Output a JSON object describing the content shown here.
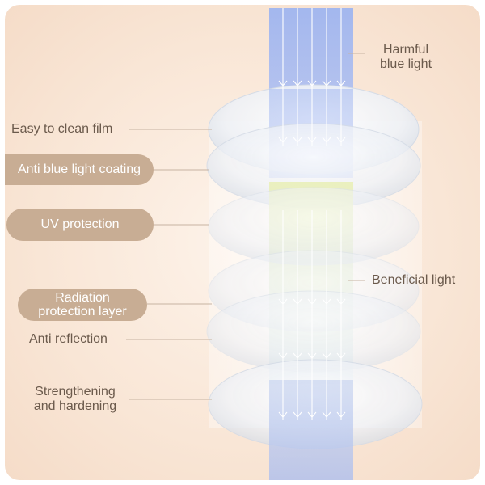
{
  "labels": {
    "easy_clean": "Easy to clean film",
    "anti_blue": "Anti blue light coating",
    "uv": "UV protection",
    "radiation_1": "Radiation",
    "radiation_2": "protection layer",
    "anti_reflection": "Anti reflection",
    "strength_1": "Strengthening",
    "strength_2": "and hardening",
    "harmful_1": "Harmful",
    "harmful_2": "blue light",
    "beneficial": "Beneficial light"
  },
  "colors": {
    "background": "#f9e6d6",
    "pill": "#c8ad94",
    "text": "#6b5a4c",
    "blue_beam": "#8fa8e8",
    "yellow_beam": "#e6ecb4"
  }
}
